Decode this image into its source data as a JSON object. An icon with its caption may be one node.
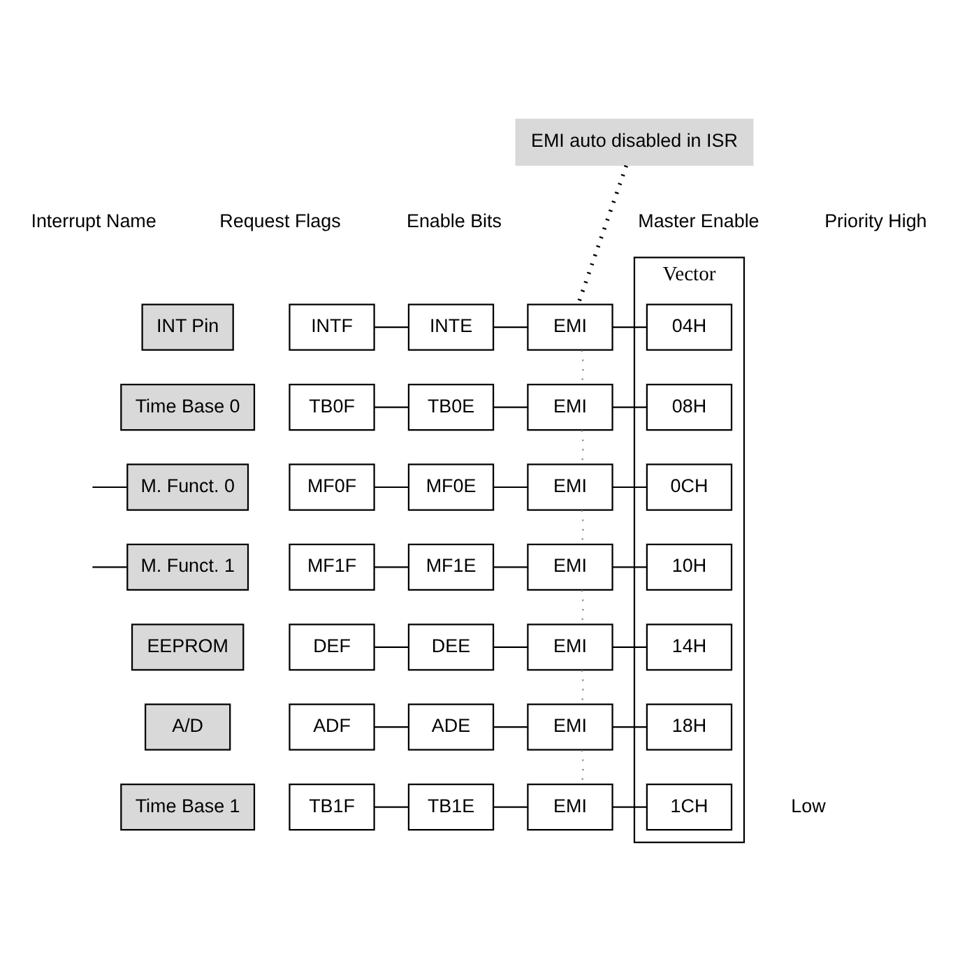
{
  "diagram": {
    "nodes": [
      {
        "text": [
          "EMI auto disabled in ISR"
        ]
      },
      {
        "text": [
          "INT Pin"
        ]
      },
      {
        "text": [
          "INTF"
        ]
      },
      {
        "text": [
          "INTE"
        ]
      },
      {
        "text": [
          "EMI"
        ]
      },
      {
        "text": [
          "Vector"
        ]
      },
      {
        "text": [
          "04H"
        ],
        "in": 5
      },
      {
        "text": [
          "Time Base 0"
        ]
      },
      {
        "text": [
          "TB0F"
        ]
      },
      {
        "text": [
          "TB0E"
        ]
      },
      {
        "text": [
          "EMI"
        ]
      },
      {
        "text": [
          "08H"
        ],
        "in": 5
      },
      {
        "text": [
          "M. Funct. 0"
        ]
      },
      {
        "text": [
          "MF0F"
        ]
      },
      {
        "text": [
          "MF0E"
        ]
      },
      {
        "text": [
          "EMI"
        ]
      },
      {
        "text": [
          "0CH"
        ],
        "in": 5
      },
      {
        "text": [
          "M. Funct. 1"
        ]
      },
      {
        "text": [
          "MF1F"
        ]
      },
      {
        "text": [
          "MF1E"
        ]
      },
      {
        "text": [
          "EMI"
        ]
      },
      {
        "text": [
          "10H"
        ],
        "in": 5
      },
      {
        "text": [
          "EEPROM"
        ]
      },
      {
        "text": [
          "DEF"
        ]
      },
      {
        "text": [
          "DEE"
        ]
      },
      {
        "text": [
          "EMI"
        ]
      },
      {
        "text": [
          "14H"
        ],
        "in": 5
      },
      {
        "text": [
          "A/D"
        ]
      },
      {
        "text": [
          "ADF"
        ]
      },
      {
        "text": [
          "ADE"
        ]
      },
      {
        "text": [
          "EMI"
        ]
      },
      {
        "text": [
          "18H"
        ],
        "in": 5
      },
      {
        "text": [
          "Time Base 1"
        ]
      },
      {
        "text": [
          "TB1F"
        ]
      },
      {
        "text": [
          "TB1E"
        ]
      },
      {
        "text": [
          "EMI"
        ]
      },
      {
        "text": [
          "1CH"
        ],
        "in": 5
      }
    ],
    "edges": [
      {
        "from": 0,
        "to": 4,
        "arrow": "none",
        "style": "dashed"
      },
      {
        "from": 2,
        "to": 3,
        "arrow": "none"
      },
      {
        "from": 3,
        "to": 4,
        "arrow": "none"
      },
      {
        "from": 4,
        "to": 6,
        "arrow": "none"
      },
      {
        "from": 8,
        "to": 9,
        "arrow": "none"
      },
      {
        "from": 9,
        "to": 10,
        "arrow": "none"
      },
      {
        "from": 10,
        "to": 11,
        "arrow": "none"
      },
      {
        "from": null,
        "to": 12,
        "arrow": "none"
      },
      {
        "from": 13,
        "to": 14,
        "arrow": "none"
      },
      {
        "from": 14,
        "to": 15,
        "arrow": "none"
      },
      {
        "from": 15,
        "to": 16,
        "arrow": "none"
      },
      {
        "from": null,
        "to": 17,
        "arrow": "none"
      },
      {
        "from": 18,
        "to": 19,
        "arrow": "none"
      },
      {
        "from": 19,
        "to": 20,
        "arrow": "none"
      },
      {
        "from": 20,
        "to": 21,
        "arrow": "none"
      },
      {
        "from": 23,
        "to": 24,
        "arrow": "none"
      },
      {
        "from": 24,
        "to": 25,
        "arrow": "none"
      },
      {
        "from": 25,
        "to": 26,
        "arrow": "none"
      },
      {
        "from": 28,
        "to": 29,
        "arrow": "none"
      },
      {
        "from": 29,
        "to": 30,
        "arrow": "none"
      },
      {
        "from": 30,
        "to": 31,
        "arrow": "none"
      },
      {
        "from": 33,
        "to": 34,
        "arrow": "none"
      },
      {
        "from": 34,
        "to": 35,
        "arrow": "none"
      },
      {
        "from": 35,
        "to": 36,
        "arrow": "none"
      },
      {
        "from": 4,
        "to": 10,
        "arrow": "none",
        "style": "dashed",
        "color": "#888888"
      },
      {
        "from": 10,
        "to": 15,
        "arrow": "none",
        "style": "dashed",
        "color": "#888888"
      },
      {
        "from": 15,
        "to": 20,
        "arrow": "none",
        "style": "dashed",
        "color": "#888888"
      },
      {
        "from": 20,
        "to": 25,
        "arrow": "none",
        "style": "dashed",
        "color": "#888888"
      },
      {
        "from": 25,
        "to": 30,
        "arrow": "none",
        "style": "dashed",
        "color": "#888888"
      },
      {
        "from": 30,
        "to": 35,
        "arrow": "none",
        "style": "dashed",
        "color": "#888888"
      }
    ],
    "labels": [
      "Interrupt Name",
      "Request Flags",
      "Enable Bits",
      "Master Enable",
      "Priority High",
      "Low"
    ]
  }
}
